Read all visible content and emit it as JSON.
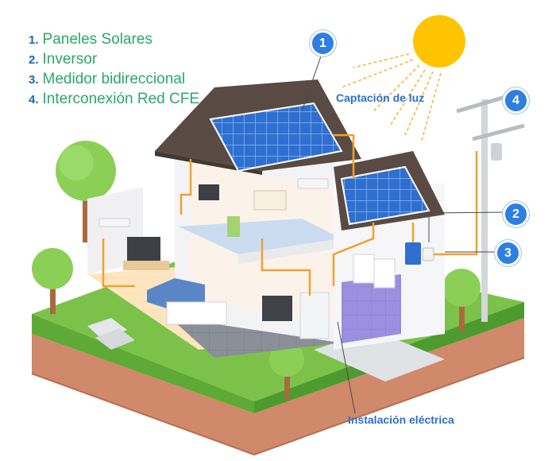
{
  "legend": [
    {
      "num": "1.",
      "text": "Paneles Solares"
    },
    {
      "num": "2.",
      "text": "Inversor"
    },
    {
      "num": "3.",
      "text": "Medidor bidireccional"
    },
    {
      "num": "4.",
      "text": "Interconexión Red CFE"
    }
  ],
  "labels": {
    "light_capture": "Captación de luz",
    "electrical_installation": "Instalación eléctrica"
  },
  "badges": [
    "1",
    "2",
    "3",
    "4"
  ],
  "colors": {
    "legend_text": "#2aa86a",
    "legend_number": "#1f64b4",
    "badge": "#2f7fe0",
    "label": "#2a6fd0",
    "wire": "#f0a030",
    "sun": "#ffc400",
    "solar_panel": "#2f6fd0",
    "roof": "#5a4a44",
    "grass": "#7cc24a",
    "soil": "#d0896a"
  }
}
